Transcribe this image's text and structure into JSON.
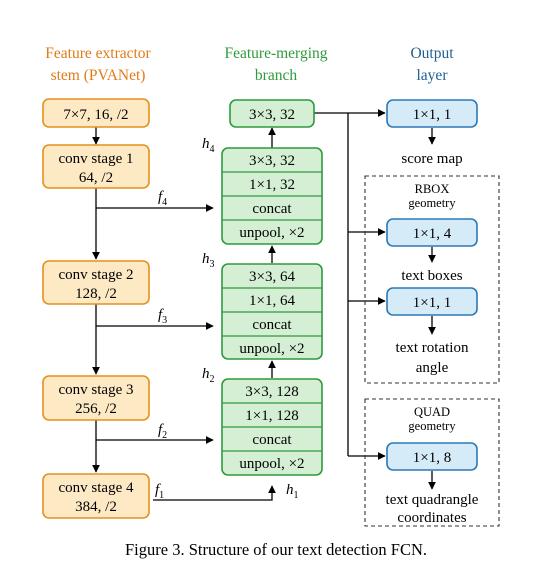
{
  "headers": {
    "extractor": [
      "Feature extractor",
      "stem (PVANet)"
    ],
    "merging": [
      "Feature-merging",
      "branch"
    ],
    "output": [
      "Output",
      "layer"
    ]
  },
  "extractor": {
    "input": "7×7, 16, /2",
    "stages": [
      {
        "label": "conv stage 1",
        "detail": "64, /2",
        "feature": "f",
        "sub": "4"
      },
      {
        "label": "conv stage 2",
        "detail": "128, /2",
        "feature": "f",
        "sub": "3"
      },
      {
        "label": "conv stage 3",
        "detail": "256, /2",
        "feature": "f",
        "sub": "2"
      },
      {
        "label": "conv stage 4",
        "detail": "384, /2",
        "feature": "f",
        "sub": "1"
      }
    ]
  },
  "merging": {
    "top": "3×3, 32",
    "blocks": [
      {
        "h": "h",
        "sub": "4",
        "rows": [
          "3×3, 32",
          "1×1, 32",
          "concat",
          "unpool, ×2"
        ]
      },
      {
        "h": "h",
        "sub": "3",
        "rows": [
          "3×3, 64",
          "1×1, 64",
          "concat",
          "unpool, ×2"
        ]
      },
      {
        "h": "h",
        "sub": "2",
        "rows": [
          "3×3, 128",
          "1×1, 128",
          "concat",
          "unpool, ×2"
        ]
      }
    ],
    "h1": {
      "h": "h",
      "sub": "1"
    }
  },
  "output": {
    "score": {
      "conv": "1×1, 1",
      "label": "score map"
    },
    "rbox": {
      "title": [
        "RBOX",
        "geometry"
      ],
      "boxes": {
        "conv": "1×1, 4",
        "label": "text boxes"
      },
      "rotation": {
        "conv": "1×1, 1",
        "label": [
          "text rotation",
          "angle"
        ]
      }
    },
    "quad": {
      "title": [
        "QUAD",
        "geometry"
      ],
      "coords": {
        "conv": "1×1, 8",
        "label": [
          "text quadrangle",
          "coordinates"
        ]
      }
    }
  },
  "caption": "Figure 3. Structure of our text detection FCN.",
  "colors": {
    "orange_stroke": "#e5901e",
    "orange_fill": "#fde9c4",
    "orange_text": "#e07b17",
    "green_stroke": "#2f9a3c",
    "green_fill": "#d5efd4",
    "green_text": "#2f9a3c",
    "blue_stroke": "#2c79b8",
    "blue_fill": "#d5ebf8",
    "blue_text": "#1f5f92"
  }
}
